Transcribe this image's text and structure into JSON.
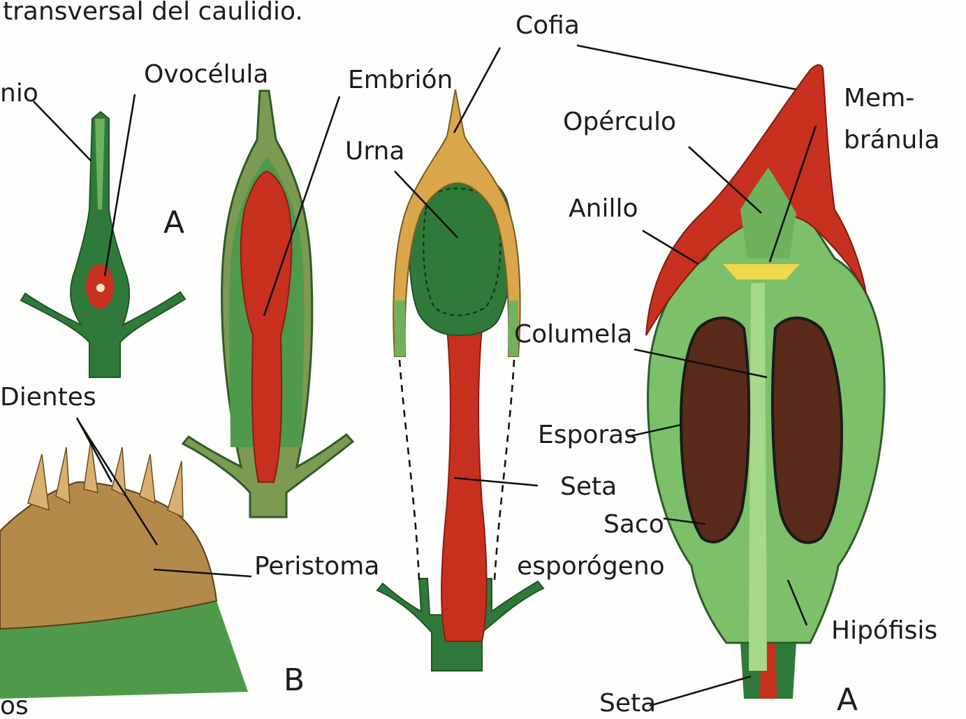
{
  "header_text": "transversal del caulidio.",
  "labels": {
    "arquegonio_fragment": "nio",
    "ovocelula": "Ovocélula",
    "embrion": "Embrión",
    "cofia": "Cofia",
    "urna": "Urna",
    "operculo": "Opérculo",
    "membranula_1": "Mem-",
    "membranula_2": "bránula",
    "anillo": "Anillo",
    "columela": "Columela",
    "esporas": "Esporas",
    "seta_mid": "Seta",
    "saco": "Saco",
    "esporogeno": "esporógeno",
    "dientes": "Dientes",
    "peristoma": "Peristoma",
    "hipofisis": "Hipófisis",
    "seta_bottom": "Seta",
    "letter_a_left": "A",
    "letter_b": "B",
    "letter_a_right": "A",
    "bottom_fragment": "os"
  },
  "colors": {
    "dark_green": "#2f7a3a",
    "light_green": "#7cc06a",
    "olive": "#7d9a52",
    "red": "#c8301f",
    "tan": "#d9a64a",
    "spore_brown": "#5a2a1a",
    "yellow": "#f0d64a"
  }
}
